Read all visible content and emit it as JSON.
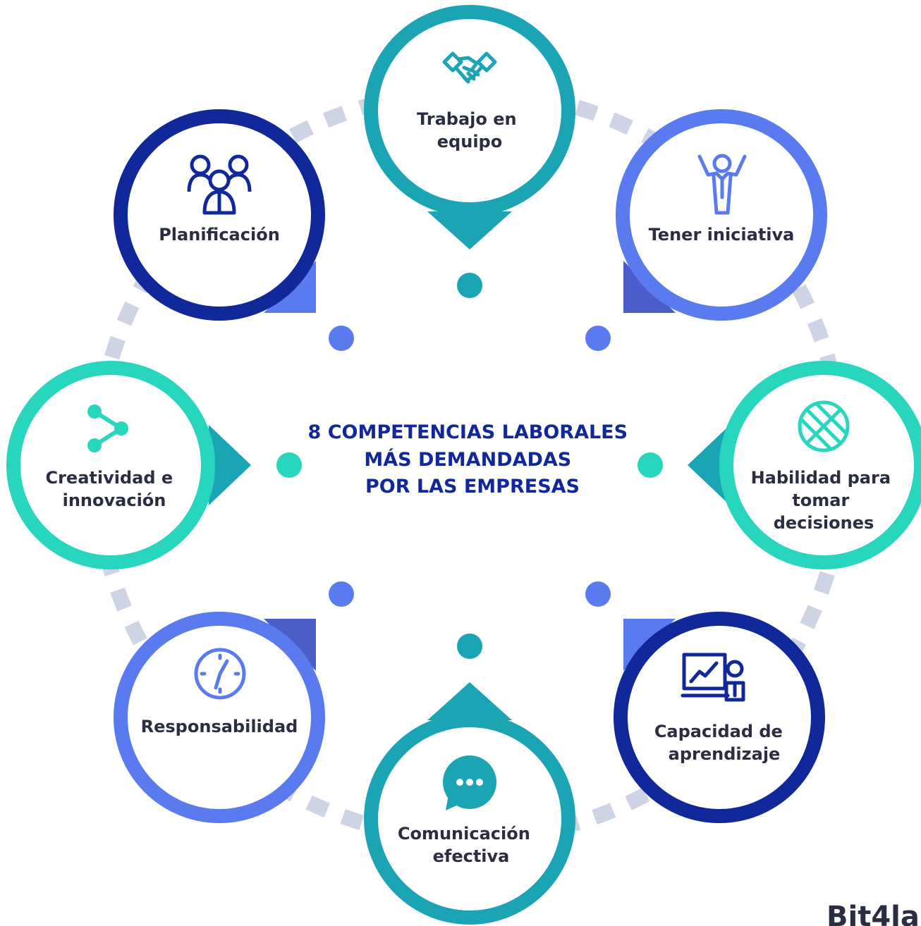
{
  "title": {
    "lines": [
      "8 COMPETENCIAS LABORALES",
      "MÁS DEMANDADAS",
      "POR LAS EMPRESAS"
    ]
  },
  "competencies": [
    {
      "id": "trabajo-en-equipo",
      "lines": [
        "Trabajo en",
        "equipo"
      ],
      "icon": "handshake-icon",
      "color": "#1ba4b4"
    },
    {
      "id": "tener-iniciativa",
      "lines": [
        "Tener iniciativa"
      ],
      "icon": "raised-arms-person-icon",
      "color": "#5a7bf0"
    },
    {
      "id": "habilidad-para-tomar-decisiones",
      "lines": [
        "Habilidad para",
        "tomar",
        "decisiones"
      ],
      "icon": "globe-icon",
      "color": "#27d6bd"
    },
    {
      "id": "capacidad-de-aprendizaje",
      "lines": [
        "Capacidad de",
        "aprendizaje"
      ],
      "icon": "presentation-board-icon",
      "color": "#10289a"
    },
    {
      "id": "comunicacion-efectiva",
      "lines": [
        "Comunicación",
        "efectiva"
      ],
      "icon": "chat-bubble-icon",
      "color": "#1ba4b4"
    },
    {
      "id": "responsabilidad",
      "lines": [
        "Responsabilidad"
      ],
      "icon": "clock-icon",
      "color": "#5a7bf0"
    },
    {
      "id": "creatividad-e-innovacion",
      "lines": [
        "Creatividad e",
        "innovación"
      ],
      "icon": "share-nodes-icon",
      "color": "#27d6bd"
    },
    {
      "id": "planificacion",
      "lines": [
        "Planificación"
      ],
      "icon": "group-people-icon",
      "color": "#10289a"
    }
  ],
  "colors": {
    "text": "#2b2d42",
    "title": "#10289a",
    "connector": "#cfd3e6",
    "teal": "#1ba4b4",
    "periwinkle": "#5a7bf0",
    "turquoise": "#27d6bd",
    "navy": "#10289a"
  },
  "brand": {
    "text": "Bit4la"
  }
}
